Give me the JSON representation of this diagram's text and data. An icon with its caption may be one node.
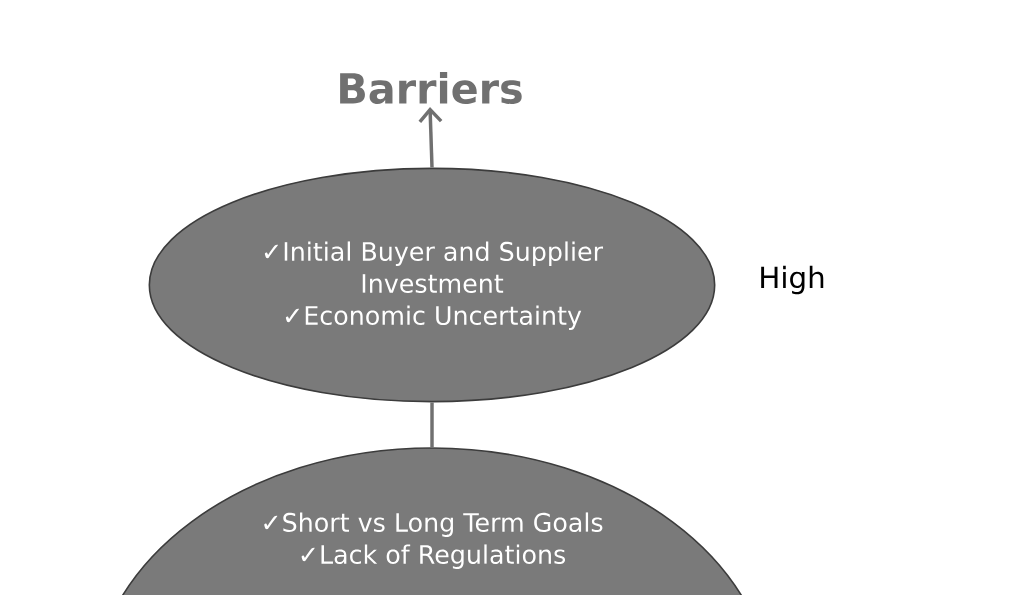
{
  "diagram": {
    "nodes": [
      {
        "text": [
          "Barriers"
        ]
      },
      {
        "text": [
          "✓Initial Buyer and Supplier Investment",
          "✓Economic Uncertainty"
        ],
        "beside": [
          "High"
        ]
      },
      {
        "text": [
          "✓Short vs Long Term Goals",
          "✓Lack of Regulations"
        ]
      }
    ],
    "edges": [
      {
        "from": 1,
        "to": 0,
        "arrow": "to"
      },
      {
        "from": 2,
        "to": 1,
        "arrow": "none"
      }
    ]
  }
}
